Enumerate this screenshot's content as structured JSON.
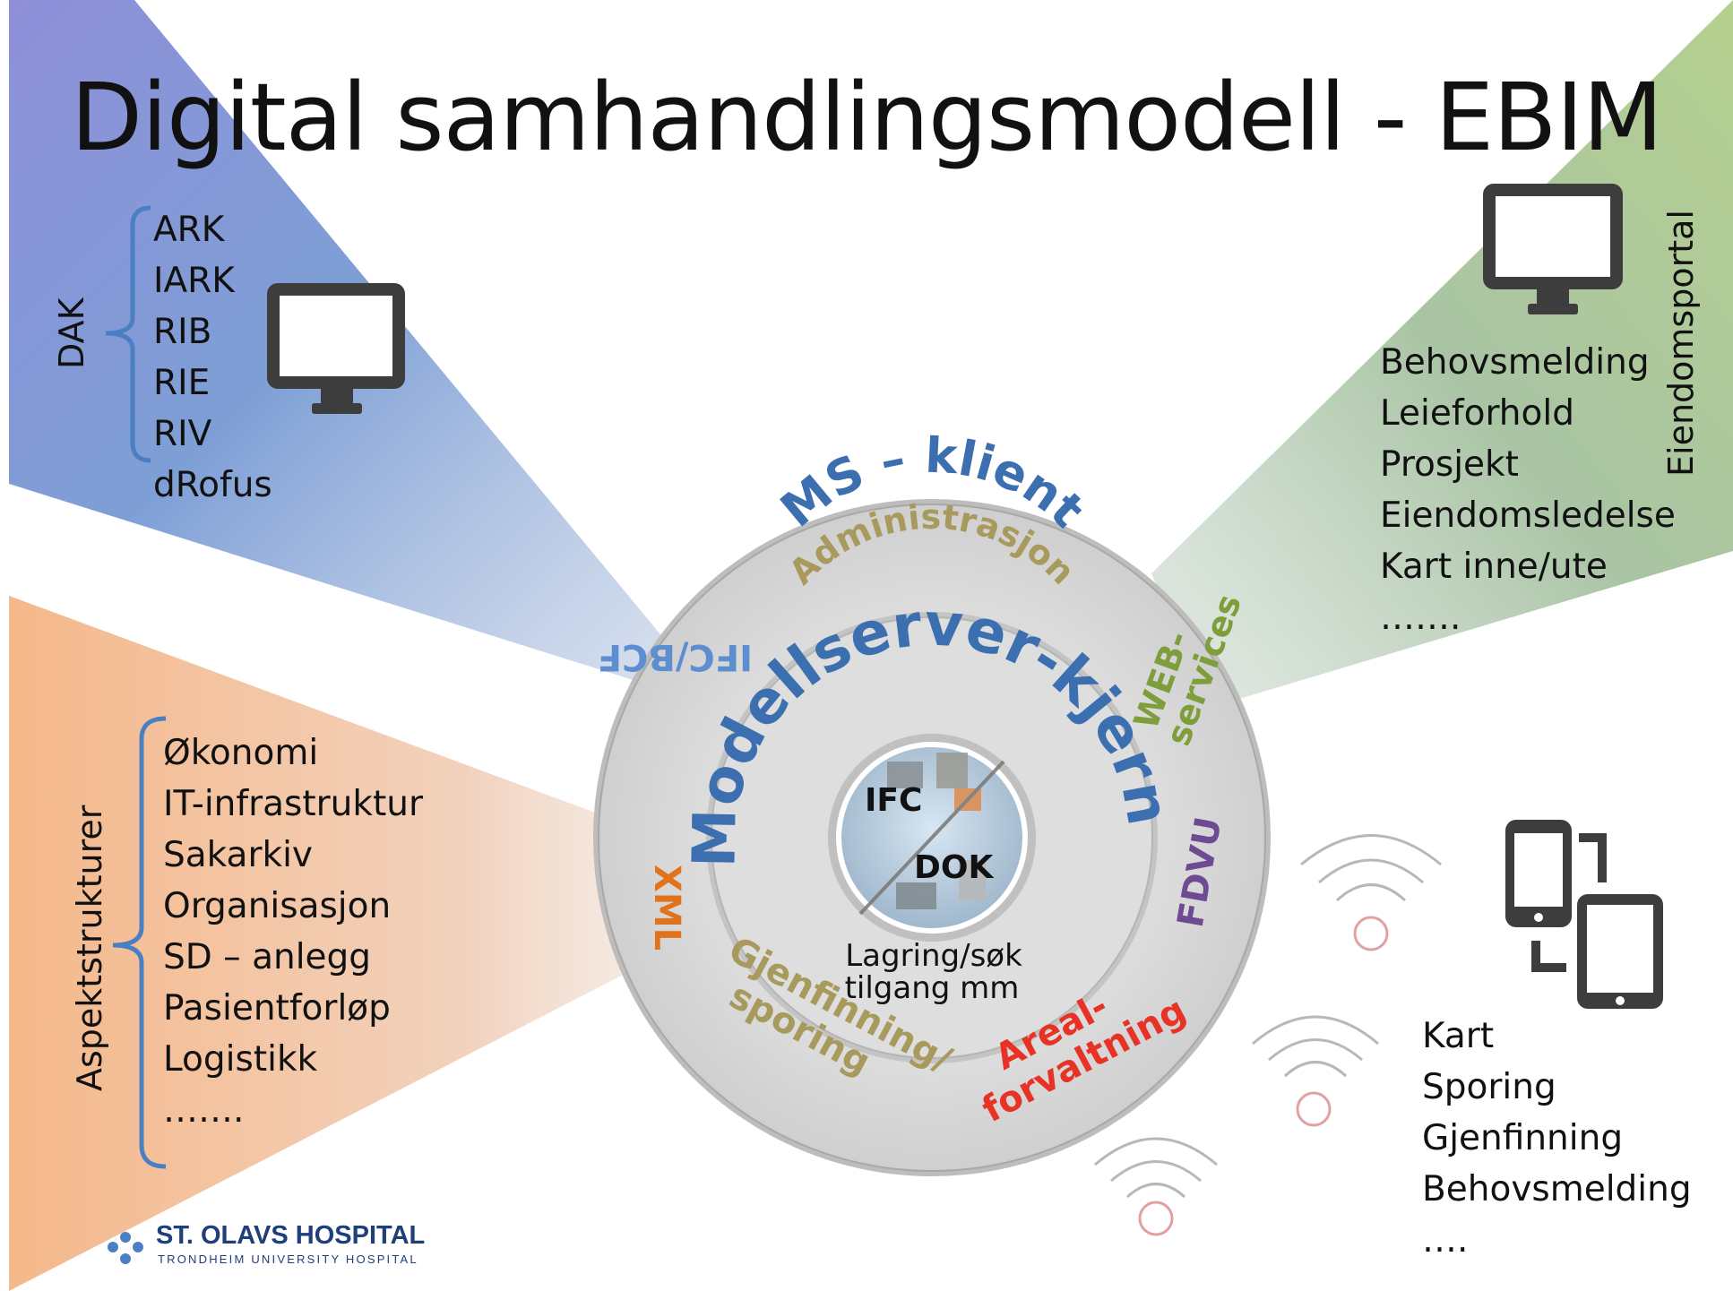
{
  "title": "Digital samhandlingsmodell - EBIM",
  "colors": {
    "blue_wedge": "#8f95d6",
    "green_wedge": "#9dbd7e",
    "orange_wedge": "#f3b27e",
    "outer_ring_text_blue": "#3b6fb0",
    "admin_text": "#a8995c",
    "web_services": "#7e9e3c",
    "fdvu": "#6d4a92",
    "xml": "#e0731c",
    "areal": "#e83226",
    "logo_blue": "#1f3f7a"
  },
  "dak": {
    "label": "DAK",
    "items": [
      "ARK",
      "IARK",
      "RIB",
      "RIE",
      "RIV",
      "dRofus"
    ]
  },
  "aspekt": {
    "label": "Aspektstrukturer",
    "items": [
      "Økonomi",
      "IT-infrastruktur",
      "Sakarkiv",
      "Organisasjon",
      "SD – anlegg",
      "Pasientforløp",
      "Logistikk",
      "……."
    ]
  },
  "eiendom": {
    "label": "Eiendomsportal",
    "items": [
      "Behovsmelding",
      "Leieforhold",
      "Prosjekt",
      "Eiendomsledelse",
      "Kart inne/ute",
      "……."
    ]
  },
  "mobile": {
    "items": [
      "Kart",
      "Sporing",
      "Gjenfinning",
      "Behovsmelding",
      "…."
    ]
  },
  "circle": {
    "ms_klient": "MS – klient",
    "administrasjon": "Administrasjon",
    "ifc_bcf": "IFC/BCF",
    "web": "WEB-",
    "services": "services",
    "fdvu": "FDVU",
    "xml": "XML",
    "areal_1": "Areal-",
    "areal_2": "forvaltning",
    "gjen_1": "Gjenfinning/",
    "gjen_2": "sporing",
    "kjerne": "Modellserver-kjerne",
    "ifc": "IFC",
    "dok": "DOK",
    "lagring_1": "Lagring/søk",
    "lagring_2": "tilgang mm"
  },
  "logo": {
    "name": "ST. OLAVS HOSPITAL",
    "sub": "TRONDHEIM UNIVERSITY HOSPITAL"
  },
  "icons": [
    "monitor-icon",
    "monitor-icon",
    "phone-tablet-icon",
    "wifi-beacon-icon"
  ]
}
